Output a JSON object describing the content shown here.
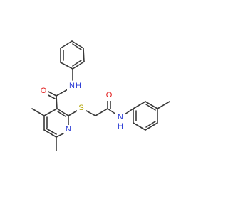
{
  "molecule": {
    "atom_labels": {
      "carboxamide_n": "N",
      "carboxamide_h": "H",
      "carbonyl_o1": "O",
      "sulfur": "S",
      "carbonyl_o2": "O",
      "anilide_n": "N",
      "anilide_h": "H",
      "pyridine_n": "N"
    }
  },
  "colors": {
    "bond": "#3a3a3a",
    "nitrogen": "#2f3fd6",
    "oxygen": "#e21b1b",
    "sulfur": "#b0a200"
  }
}
